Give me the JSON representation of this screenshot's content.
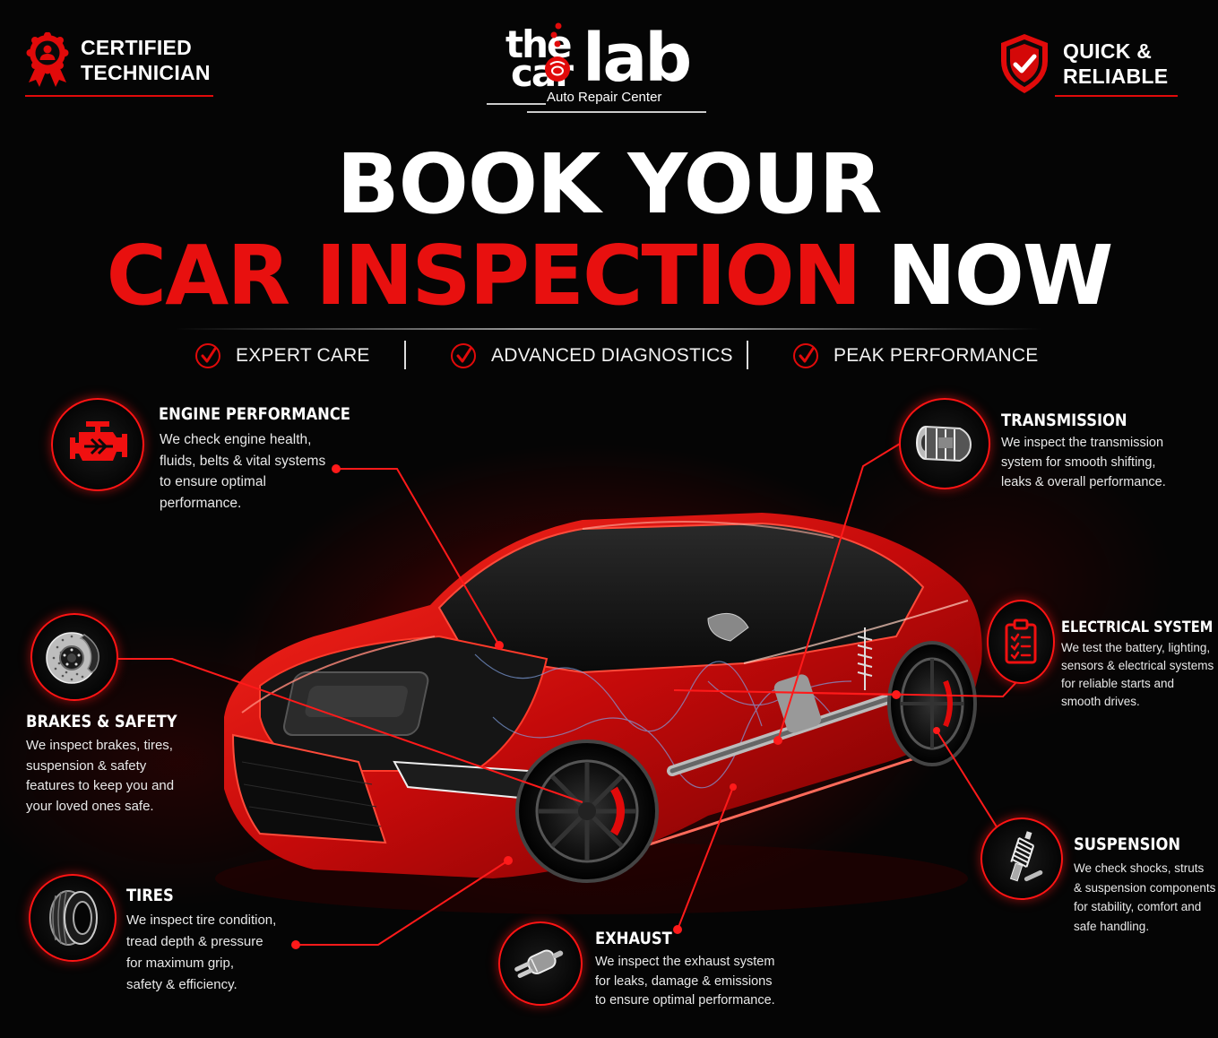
{
  "badges": {
    "left": {
      "line1": "CERTIFIED",
      "line2": "TECHNICIAN",
      "icon": "award-ribbon-icon"
    },
    "right": {
      "line1": "QUICK &",
      "line2": "RELIABLE",
      "icon": "shield-check-icon"
    }
  },
  "logo": {
    "word_the": "the",
    "word_car": "car",
    "word_lab": "lab",
    "tagline": "Auto Repair Center"
  },
  "headline": {
    "line1": "BOOK YOUR",
    "line2_red": "CAR INSPECTION",
    "line2_white": "NOW"
  },
  "features": [
    {
      "label": "EXPERT CARE",
      "icon": "check-circle-icon"
    },
    {
      "label": "ADVANCED DIAGNOSTICS",
      "icon": "check-circle-icon"
    },
    {
      "label": "PEAK PERFORMANCE",
      "icon": "check-circle-icon"
    }
  ],
  "services": {
    "engine": {
      "title": "ENGINE PERFORMANCE",
      "lines": [
        "We check engine health,",
        "fluids, belts & vital systems",
        "to ensure optimal",
        "performance."
      ],
      "icon": "engine-icon"
    },
    "transmission": {
      "title": "TRANSMISSION",
      "lines": [
        "We inspect the transmission",
        "system for smooth shifting,",
        "leaks & overall performance."
      ],
      "icon": "transmission-icon"
    },
    "electrical": {
      "title": "ELECTRICAL SYSTEM",
      "lines": [
        "We test the battery, lighting,",
        "sensors & electrical systems",
        "for reliable starts and",
        "smooth drives."
      ],
      "icon": "clipboard-checklist-icon"
    },
    "brakes": {
      "title": "BRAKES & SAFETY",
      "lines": [
        "We inspect brakes, tires,",
        "suspension & safety",
        "features to keep you and",
        "your loved ones safe."
      ],
      "icon": "brake-disc-icon"
    },
    "tires": {
      "title": "TIRES",
      "lines": [
        "We inspect tire condition,",
        "tread depth & pressure",
        "for maximum grip,",
        "safety & efficiency."
      ],
      "icon": "tire-icon"
    },
    "exhaust": {
      "title": "EXHAUST",
      "lines": [
        "We inspect the exhaust system",
        "for leaks, damage & emissions",
        "to ensure optimal performance."
      ],
      "icon": "exhaust-muffler-icon"
    },
    "suspension": {
      "title": "SUSPENSION",
      "lines": [
        "We check shocks, struts",
        "& suspension components",
        "for stability, comfort and",
        "safe handling."
      ],
      "icon": "shock-absorber-icon"
    }
  },
  "colors": {
    "accent_red": "#e8100f",
    "background": "#050505",
    "text": "#ffffff"
  }
}
